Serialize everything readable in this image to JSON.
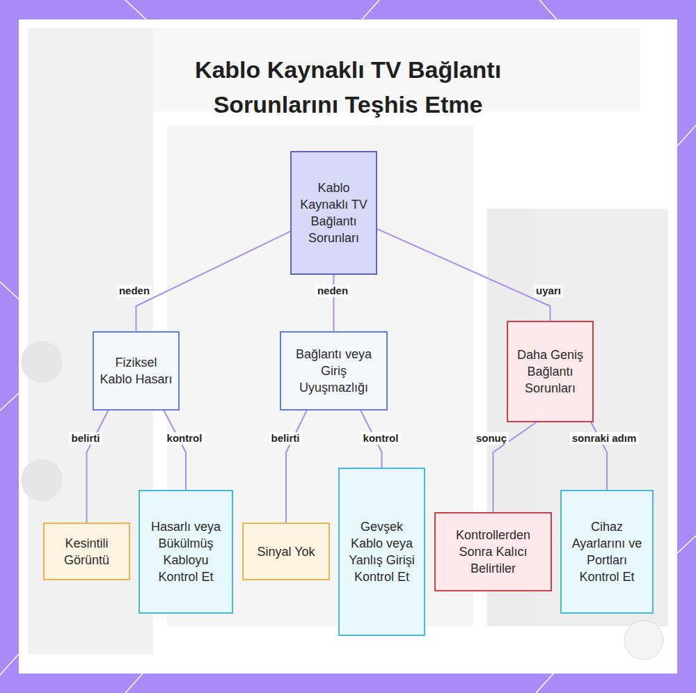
{
  "diagram": {
    "title": "Kablo Kaynaklı TV Bağlantı Sorunlarını Teşhis Etme",
    "nodes": [
      {
        "text": [
          "Kablo Kaynaklı TV Bağlantı Sorunları"
        ]
      },
      {
        "text": [
          "Fiziksel Kablo Hasarı"
        ]
      },
      {
        "text": [
          "Bağlantı veya Giriş Uyuşmazlığı"
        ]
      },
      {
        "text": [
          "Daha Geniş Bağlantı Sorunları"
        ]
      },
      {
        "text": [
          "Kesintili Görüntü"
        ]
      },
      {
        "text": [
          "Hasarlı veya Bükülmüş Kabloyu Kontrol Et"
        ]
      },
      {
        "text": [
          "Sinyal Yok"
        ]
      },
      {
        "text": [
          "Gevşek Kablo veya Yanlış Girişi Kontrol Et"
        ]
      },
      {
        "text": [
          "Kontrollerden Sonra Kalıcı Belirtiler"
        ]
      },
      {
        "text": [
          "Cihaz Ayarlarını ve Portları Kontrol Et"
        ]
      }
    ],
    "edges": [
      {
        "from": 0,
        "to": 1,
        "label": "neden",
        "arrow": "none"
      },
      {
        "from": 0,
        "to": 2,
        "label": "neden",
        "arrow": "none"
      },
      {
        "from": 0,
        "to": 3,
        "label": "uyarı",
        "arrow": "none"
      },
      {
        "from": 1,
        "to": 4,
        "label": "belirti",
        "arrow": "none"
      },
      {
        "from": 1,
        "to": 5,
        "label": "kontrol",
        "arrow": "none"
      },
      {
        "from": 2,
        "to": 6,
        "label": "belirti",
        "arrow": "none"
      },
      {
        "from": 2,
        "to": 7,
        "label": "kontrol",
        "arrow": "none"
      },
      {
        "from": 3,
        "to": 8,
        "label": "sonuç",
        "arrow": "none"
      },
      {
        "from": 3,
        "to": 9,
        "label": "sonraki adım",
        "arrow": "none"
      }
    ]
  }
}
